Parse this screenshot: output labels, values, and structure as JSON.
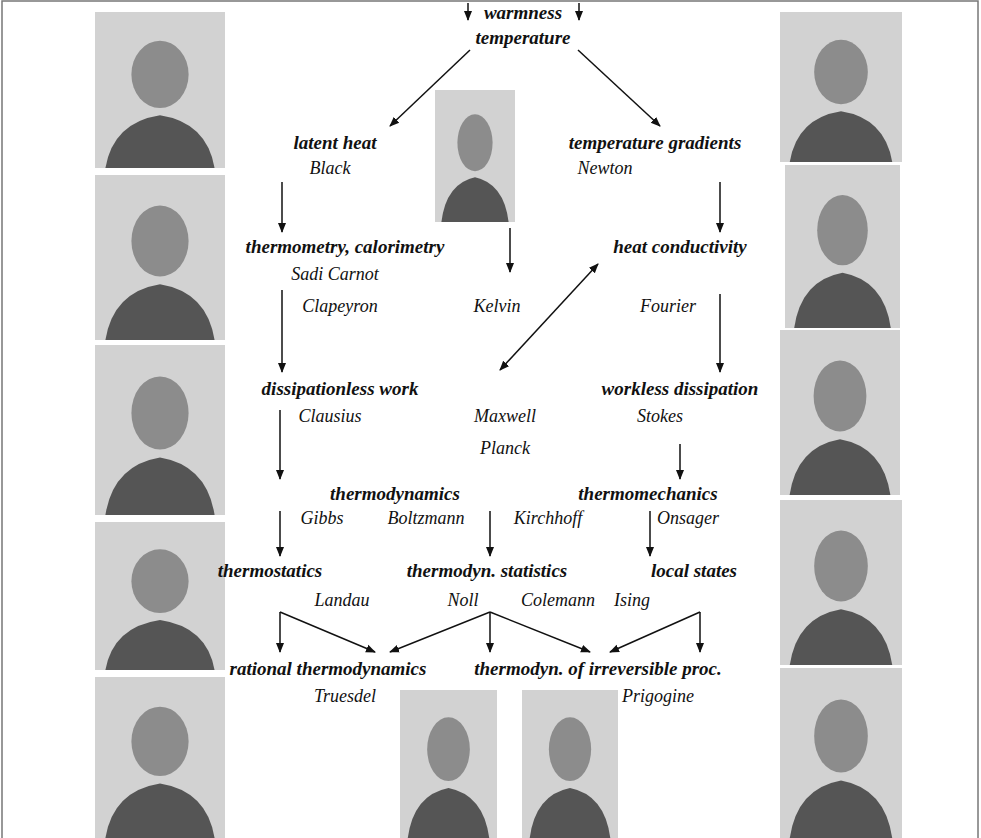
{
  "diagram": {
    "nodes": [
      {
        "text": [
          "warmness"
        ]
      },
      {
        "text": [
          "temperature"
        ]
      },
      {
        "text": [
          "latent heat"
        ]
      },
      {
        "text": [
          "temperature gradients"
        ]
      },
      {
        "text": [
          "thermometry, calorimetry"
        ]
      },
      {
        "text": [
          "heat conductivity"
        ]
      },
      {
        "text": [
          "dissipationless work"
        ]
      },
      {
        "text": [
          "workless dissipation"
        ]
      },
      {
        "text": [
          "thermodynamics"
        ]
      },
      {
        "text": [
          "thermomechanics"
        ]
      },
      {
        "text": [
          "thermostatics"
        ]
      },
      {
        "text": [
          "thermodyn. statistics"
        ]
      },
      {
        "text": [
          "local states"
        ]
      },
      {
        "text": [
          "rational thermodynamics"
        ]
      },
      {
        "text": [
          "thermodyn. of irreversible proc."
        ]
      }
    ],
    "edges": [
      {
        "from": 1,
        "to": 2,
        "arrow": "to"
      },
      {
        "from": 1,
        "to": 3,
        "arrow": "to"
      },
      {
        "from": 2,
        "to": 4,
        "arrow": "to"
      },
      {
        "from": 3,
        "to": 5,
        "arrow": "to"
      },
      {
        "from": 4,
        "to": 6,
        "arrow": "to"
      },
      {
        "from": 5,
        "to": 6,
        "arrow": "both"
      },
      {
        "from": 5,
        "to": 7,
        "arrow": "to"
      },
      {
        "from": 6,
        "to": 8,
        "arrow": "to"
      },
      {
        "from": 7,
        "to": 9,
        "arrow": "to"
      },
      {
        "from": 8,
        "to": 10,
        "arrow": "to"
      },
      {
        "from": 8,
        "to": 11,
        "arrow": "to"
      },
      {
        "from": 9,
        "to": 12,
        "arrow": "to"
      },
      {
        "from": 10,
        "to": 13,
        "arrow": "to"
      },
      {
        "from": 11,
        "to": 13,
        "arrow": "to"
      },
      {
        "from": 11,
        "to": 14,
        "arrow": "to"
      },
      {
        "from": 12,
        "to": 14,
        "arrow": "to"
      }
    ],
    "labels": [
      "Black",
      "Newton",
      "Sadi Carnot",
      "Clapeyron",
      "Kelvin",
      "Fourier",
      "Clausius",
      "Maxwell",
      "Stokes",
      "Planck",
      "Gibbs",
      "Boltzmann",
      "Kirchhoff",
      "Onsager",
      "Landau",
      "Noll",
      "Colemann",
      "Ising",
      "Truesdel",
      "Prigogine"
    ]
  }
}
